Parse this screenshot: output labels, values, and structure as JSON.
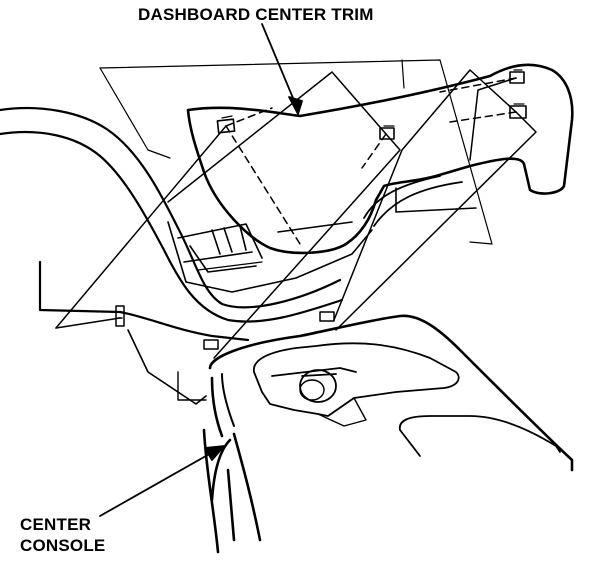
{
  "labels": {
    "dashboard_center_trim": "DASHBOARD CENTER TRIM",
    "center_console_line1": "CENTER",
    "center_console_line2": "CONSOLE"
  }
}
